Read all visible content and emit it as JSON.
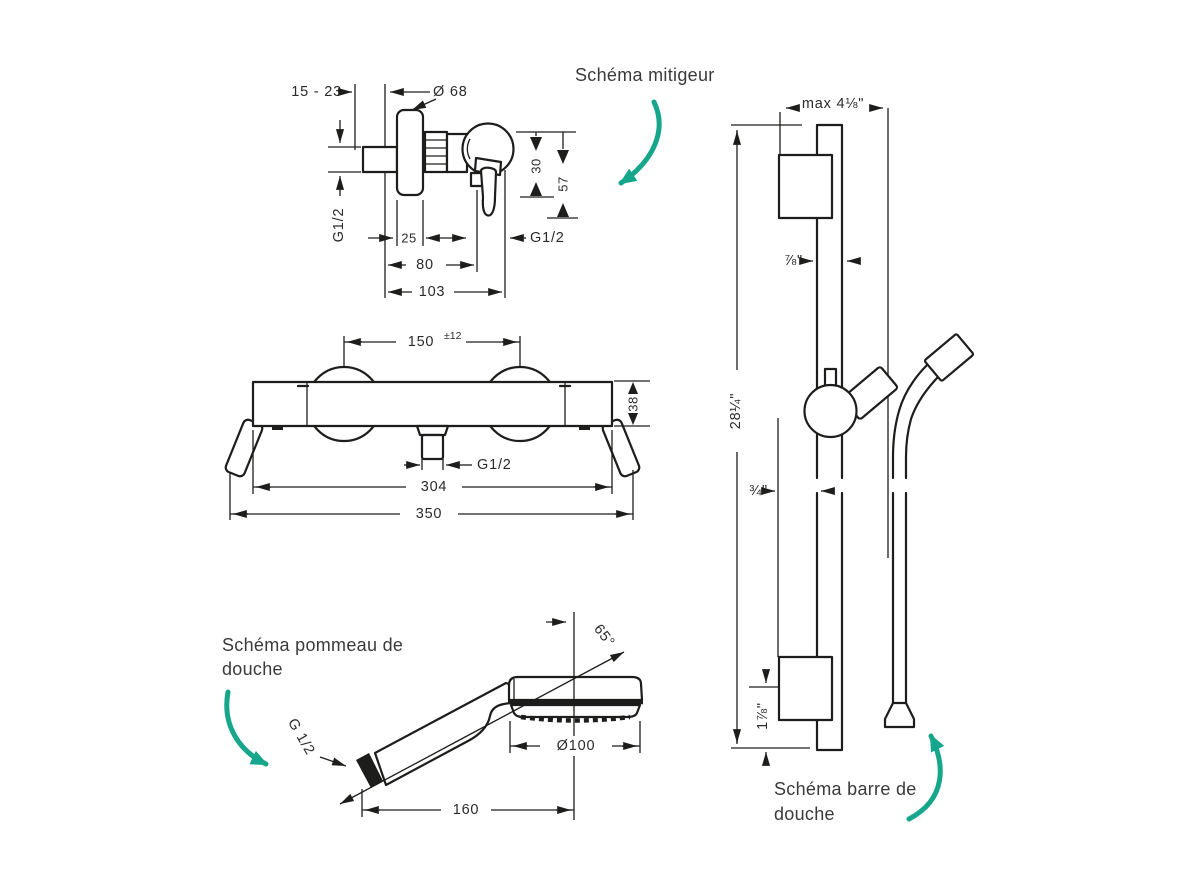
{
  "labels": {
    "mixer_title": "Schéma mitigeur",
    "showerhead_title_line1": "Schéma pommeau de",
    "showerhead_title_line2": "douche",
    "bar_title_line1": "Schéma barre de",
    "bar_title_line2": "douche"
  },
  "mixer": {
    "wall_distance": "15 - 23",
    "escutcheon_diameter": "Ø 68",
    "inlet_thread": "G1/2",
    "escutcheon_depth": "25",
    "body_depth": "80",
    "total_depth": "103",
    "spout_offset": "30",
    "spout_height": "57",
    "outlet_thread": "G1/2"
  },
  "thermostat": {
    "connection_centers": "150",
    "tolerance": "±12",
    "body_height": "38",
    "outlet_thread": "G1/2",
    "body_length": "304",
    "total_length": "350"
  },
  "showerhead": {
    "thread": "G 1/2",
    "spray_angle": "65°",
    "head_diameter": "Ø100",
    "length": "160"
  },
  "bar": {
    "max_depth": "max 4⅛\"",
    "bar_width": "⅞\"",
    "total_height": "28¼\"",
    "wall_clearance": "¾\"",
    "bracket_height": "1⅞\""
  },
  "colors": {
    "line": "#1d1d1b",
    "accent": "#16a68b",
    "text": "#2b2b2a"
  }
}
